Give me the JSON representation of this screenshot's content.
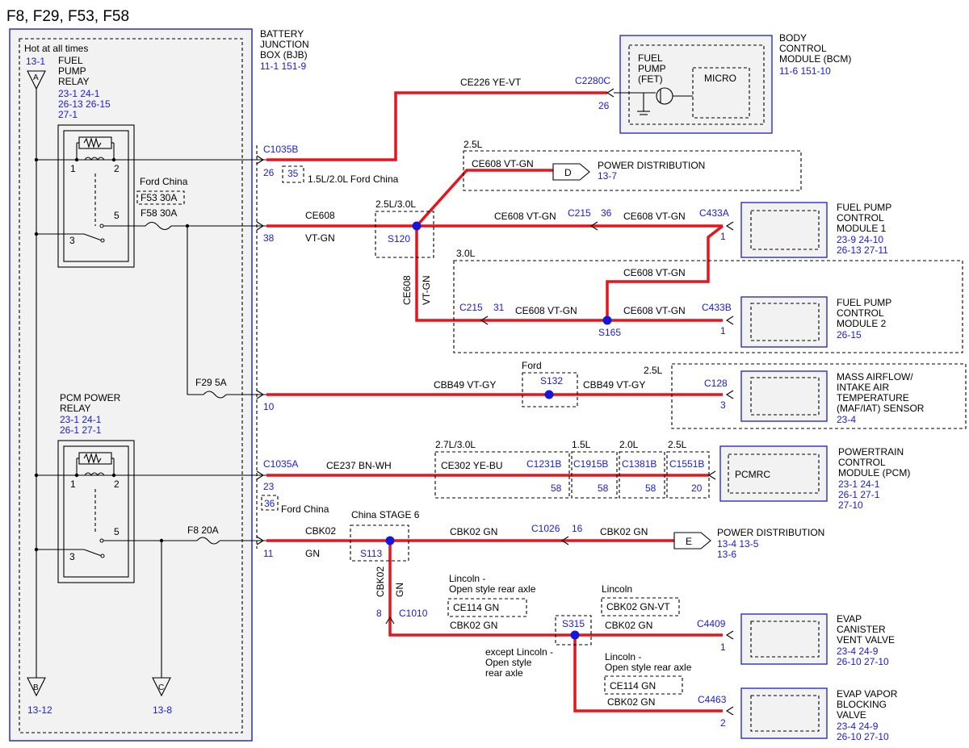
{
  "title": "F8, F29, F53, F58",
  "bjb": {
    "hot": "Hot at all times",
    "label": [
      "BATTERY",
      "JUNCTION",
      "BOX (BJB)"
    ],
    "ref": "11-1   151-9",
    "conn_a": "A",
    "conn_a_ref": "13-1",
    "conn_b": "B",
    "conn_b_ref": "13-12",
    "conn_c": "C",
    "conn_c_ref": "13-8"
  },
  "fuel_pump_relay": {
    "label": [
      "FUEL",
      "PUMP",
      "RELAY"
    ],
    "refs": [
      "23-1   24-1",
      "26-13 26-15",
      "27-1"
    ],
    "pin1": "1",
    "pin2": "2",
    "pin3": "3",
    "pin5": "5"
  },
  "pcm_relay": {
    "label": [
      "PCM POWER",
      "RELAY"
    ],
    "refs": [
      "23-1   24-1",
      "26-1   27-1"
    ],
    "pin1": "1",
    "pin2": "2",
    "pin3": "3",
    "pin5": "5"
  },
  "fuses": {
    "ford_china": "Ford China",
    "f53": "F53   30A",
    "f58": "F58   30A",
    "f29": "F29   5A",
    "f8": "F8      20A"
  },
  "bcm": {
    "label": [
      "BODY",
      "CONTROL",
      "MODULE (BCM)"
    ],
    "ref": "11-6   151-10",
    "fet": [
      "FUEL",
      "PUMP",
      "(FET)"
    ],
    "micro": "MICRO",
    "conn": "C2280C",
    "pin": "26",
    "wire": "CE226   YE-VT"
  },
  "c1035b": {
    "conn": "C1035B",
    "pin": "26",
    "alt_pin": "35",
    "alt_note": "1.5L/2.0L Ford China",
    "pin38": "38",
    "pin10": "10"
  },
  "c1035a": {
    "conn": "C1035A",
    "pin": "23",
    "alt_pin": "36",
    "alt_note": "Ford China",
    "pin11": "11"
  },
  "pd_d": {
    "variant": "2.5L",
    "wire": "CE608   VT-GN",
    "conn": "D",
    "label": "POWER DISTRIBUTION",
    "ref": "13-7"
  },
  "s120": {
    "variant": "2.5L/3.0L",
    "name": "S120",
    "wire_top": "CE608",
    "wire_bot": "VT-GN",
    "vert_a": "CE608",
    "vert_b": "VT-GN"
  },
  "fpcm1": {
    "wire_left": "CE608   VT-GN",
    "c215": "C215",
    "c215_pin": "36",
    "wire_right": "CE608   VT-GN",
    "conn": "C433A",
    "pin": "1",
    "label": [
      "FUEL PUMP",
      "CONTROL",
      "MODULE 1"
    ],
    "refs": [
      "23-9   24-10",
      "26-13 27-11"
    ]
  },
  "fpcm2": {
    "variant": "3.0L",
    "wire_top": "CE608   VT-GN",
    "c215": "C215",
    "c215_pin": "31",
    "wire_left": "CE608   VT-GN",
    "splice": "S165",
    "wire_right": "CE608   VT-GN",
    "conn": "C433B",
    "pin": "1",
    "label": [
      "FUEL PUMP",
      "CONTROL",
      "MODULE 2"
    ],
    "refs": [
      "26-15"
    ]
  },
  "maf": {
    "ford": "Ford",
    "splice": "S132",
    "variant": "2.5L",
    "wire_left": "CBB49   VT-GY",
    "wire_right": "CBB49   VT-GY",
    "conn": "C128",
    "pin": "3",
    "label": [
      "MASS AIRFLOW/",
      "INTAKE AIR",
      "TEMPERATURE",
      "(MAF/IAT) SENSOR"
    ],
    "refs": [
      "23-4"
    ]
  },
  "pcm": {
    "wire": "CE237   BN-WH",
    "v1": "2.7L/3.0L",
    "v2": "1.5L",
    "v3": "2.0L",
    "v4": "2.5L",
    "alt_wire": "CE302   YE-BU",
    "c1": "C1231B",
    "c2": "C1915B",
    "c3": "C1381B",
    "c4": "C1551B",
    "p1": "58",
    "p2": "58",
    "p3": "58",
    "p4": "20",
    "inner": "PCMRC",
    "label": [
      "POWERTRAIN",
      "CONTROL",
      "MODULE (PCM)"
    ],
    "refs": [
      "23-1   24-1",
      "26-1   27-1",
      "27-10"
    ]
  },
  "pd_e": {
    "variant": "China STAGE 6",
    "wire_a": "CBK02",
    "wire_b": "GN",
    "splice": "S113",
    "wire_mid": "CBK02   GN",
    "c1026": "C1026",
    "c1026_pin": "16",
    "wire_right": "CBK02   GN",
    "conn": "E",
    "label": "POWER DISTRIBUTION",
    "refs": "13-4   13-5",
    "ref2": "13-6"
  },
  "evap": {
    "vert_a": "CBK02",
    "vert_b": "GN",
    "c1010_pin": "8",
    "c1010": "C1010",
    "lincoln1": [
      "Lincoln -",
      "Open style rear axle"
    ],
    "alt1": "CE114   GN",
    "wire_left": "CBK02   GN",
    "splice": "S315",
    "lincoln2": "Lincoln",
    "alt2": "CBK02   GN-VT",
    "wire_right": "CBK02   GN",
    "conn": "C4409",
    "pin": "1",
    "except": [
      "except Lincoln -",
      "Open style",
      "rear axle"
    ],
    "lincoln3": [
      "Lincoln -",
      "Open style rear axle"
    ],
    "alt3": "CE114   GN",
    "wire_vb": "CBK02   GN",
    "conn2": "C4463",
    "pin2": "2",
    "vent_label": [
      "EVAP",
      "CANISTER",
      "VENT VALVE"
    ],
    "vent_refs": [
      "23-4   24-9",
      "26-10 27-10"
    ],
    "block_label": [
      "EVAP VAPOR",
      "BLOCKING",
      "VALVE"
    ],
    "block_refs": [
      "23-4   24-9",
      "26-10 27-10"
    ]
  }
}
